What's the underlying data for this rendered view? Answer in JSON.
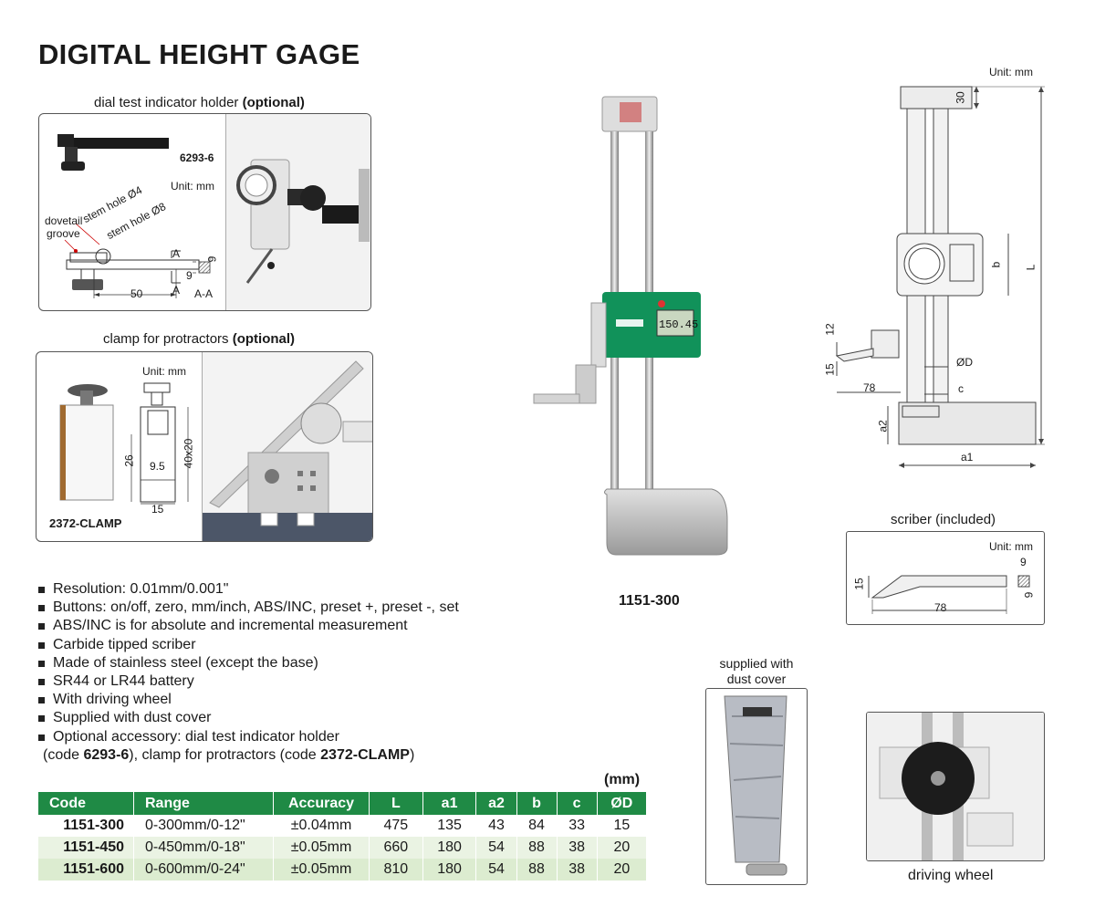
{
  "title": "DIGITAL HEIGHT GAGE",
  "unit_mm": "Unit: mm",
  "dial_holder": {
    "caption": "dial test indicator holder",
    "optional": "(optional)",
    "code": "6293-6",
    "label_dovetail": "dovetail",
    "label_groove": "groove",
    "label_stem4": "stem hole Ø4",
    "label_stem8": "stem hole Ø8",
    "dim_50": "50",
    "dim_9a": "9",
    "dim_9b": "9",
    "sec_a1": "A",
    "sec_a2": "A",
    "section": "A-A"
  },
  "clamp": {
    "caption": "clamp for protractors",
    "optional": "(optional)",
    "code": "2372-CLAMP",
    "dim_26": "26",
    "dim_95": "9.5",
    "dim_15": "15",
    "dim_40x20": "40x20"
  },
  "main_product": {
    "code": "1151-300",
    "display": "150.45"
  },
  "drawing": {
    "d30": "30",
    "db": "b",
    "dL": "L",
    "d12": "12",
    "d15": "15",
    "dOD": "ØD",
    "d78": "78",
    "dc": "c",
    "da2": "a2",
    "da1": "a1"
  },
  "scriber": {
    "caption": "scriber (included)",
    "d15": "15",
    "d78": "78",
    "d9a": "9",
    "d9b": "9"
  },
  "dust_cover": {
    "caption1": "supplied with",
    "caption2": "dust cover"
  },
  "driving_wheel": {
    "caption": "driving wheel"
  },
  "features": [
    "Resolution: 0.01mm/0.001\"",
    "Buttons: on/off, zero, mm/inch, ABS/INC, preset +, preset -, set",
    "ABS/INC is for absolute and incremental measurement",
    "Carbide tipped scriber",
    "Made of stainless steel (except the base)",
    "SR44 or LR44 battery",
    "With driving wheel",
    "Supplied with dust cover",
    "Optional accessory: dial test indicator holder"
  ],
  "feature_cont": {
    "p1": "(code ",
    "c1": "6293-6",
    "p2": "), clamp for protractors (code ",
    "c2": "2372-CLAMP",
    "p3": ")"
  },
  "table": {
    "unit": "(mm)",
    "headers": [
      "Code",
      "Range",
      "Accuracy",
      "L",
      "a1",
      "a2",
      "b",
      "c",
      "ØD"
    ],
    "rows": [
      [
        "1151-300",
        "0-300mm/0-12\"",
        "±0.04mm",
        "475",
        "135",
        "43",
        "84",
        "33",
        "15"
      ],
      [
        "1151-450",
        "0-450mm/0-18\"",
        "±0.05mm",
        "660",
        "180",
        "54",
        "88",
        "38",
        "20"
      ],
      [
        "1151-600",
        "0-600mm/0-24\"",
        "±0.05mm",
        "810",
        "180",
        "54",
        "88",
        "38",
        "20"
      ]
    ]
  },
  "colors": {
    "header_green": "#1f8a45",
    "row_light": "#eaf3e3",
    "row_mid": "#dcecd0"
  }
}
